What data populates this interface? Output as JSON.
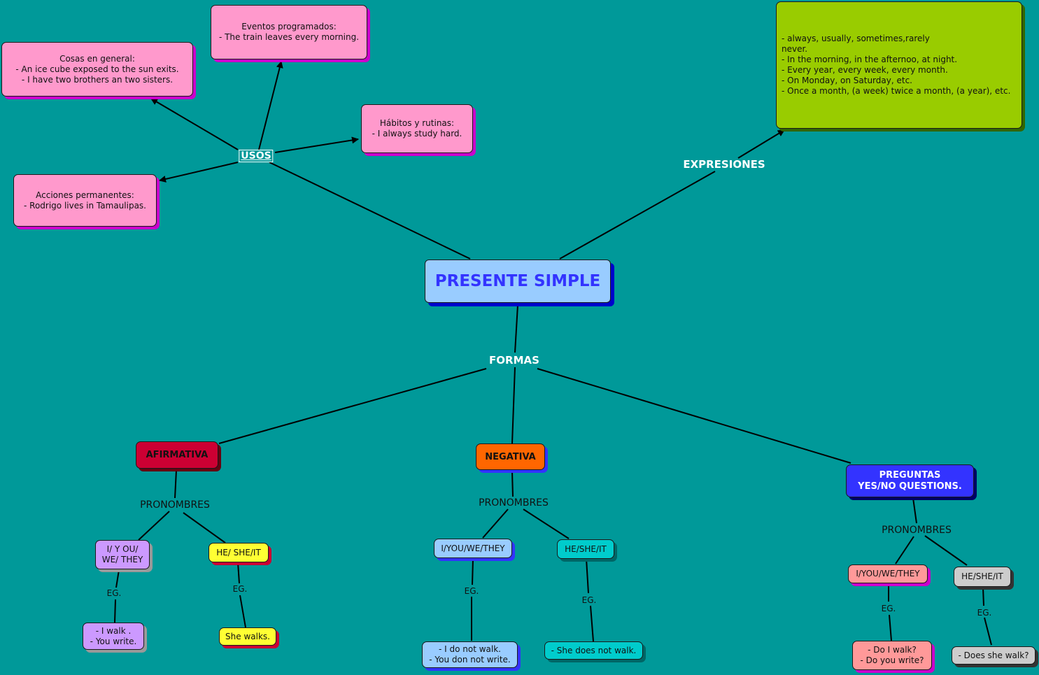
{
  "main": {
    "title": "PRESENTE SIMPLE"
  },
  "links": {
    "usos": "USOS",
    "expresiones": "EXPRESIONES",
    "formas": "FORMAS"
  },
  "usos": {
    "cosas": "Cosas en general:\n- An ice cube exposed to the sun exits.\n- I have two brothers an two sisters.",
    "eventos": "Eventos programados:\n- The train leaves every morning.",
    "habitos": "Hábitos y rutinas:\n- I always study hard.",
    "acciones": "Acciones permanentes:\n- Rodrigo lives in Tamaulipas."
  },
  "expresiones": {
    "text": "- always, usually, sometimes,rarely\n   never.\n- In the morning, in the afternoo, at night.\n- Every year, every week, every month.\n- On Monday, on Saturday, etc.\n- Once a month, (a week) twice a month, (a year), etc."
  },
  "formas": {
    "afirmativa": {
      "title": "AFIRMATIVA",
      "pron_label": "PRONOMBRES",
      "p1": "I/ Y OU/\nWE/ THEY",
      "p2": "HE/ SHE/IT",
      "eg1": "EG.",
      "eg2": "EG.",
      "ex1": "- I walk .\n- You write.",
      "ex2": "She walks."
    },
    "negativa": {
      "title": "NEGATIVA",
      "pron_label": "PRONOMBRES",
      "p1": "I/YOU/WE/THEY",
      "p2": "HE/SHE/IT",
      "eg1": "EG.",
      "eg2": "EG.",
      "ex1": "- I do not walk.\n- You don not write.",
      "ex2": "- She does not walk."
    },
    "preguntas": {
      "title": "PREGUNTAS\nYES/NO QUESTIONS.",
      "pron_label": "PRONOMBRES",
      "p1": "I/YOU/WE/THEY",
      "p2": "HE/SHE/IT",
      "eg1": "EG.",
      "eg2": "EG.",
      "ex1": "- Do I walk?\n- Do you write?",
      "ex2": "- Does she walk?"
    }
  },
  "colors": {
    "background": "#009999",
    "main_node": "#99ccff",
    "main_text": "#3333ff",
    "usos_nodes": "#ff99cc",
    "expresiones_node": "#99cc00",
    "afirmativa": "#cc0033",
    "negativa": "#ff6600",
    "preguntas": "#3333ff"
  }
}
